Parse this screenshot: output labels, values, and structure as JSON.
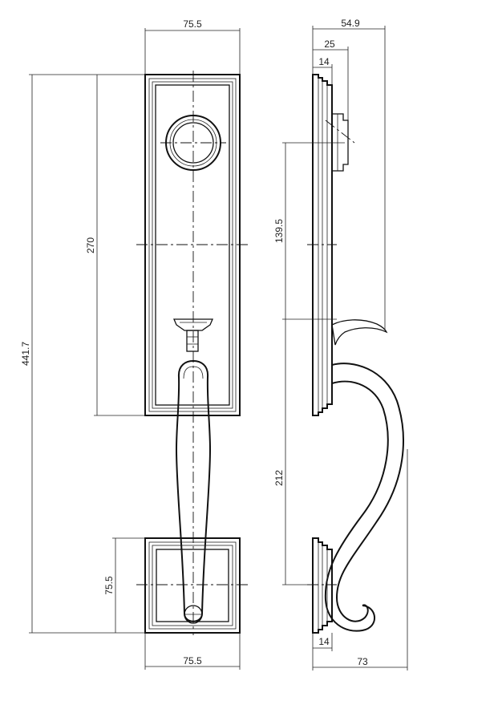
{
  "dimensions": {
    "front_plate_width_top": "75.5",
    "front_plate_height": "270",
    "overall_height": "441.7",
    "lower_plate_height": "75.5",
    "front_plate_width_bottom": "75.5",
    "side_depth_total": "54.9",
    "side_depth_mid": "25",
    "side_depth_plate": "14",
    "side_spacing_upper": "139.5",
    "side_spacing_lower": "212",
    "side_plate_bottom": "14",
    "side_handle_depth": "73"
  },
  "colors": {
    "line": "#111111",
    "background": "#ffffff"
  }
}
